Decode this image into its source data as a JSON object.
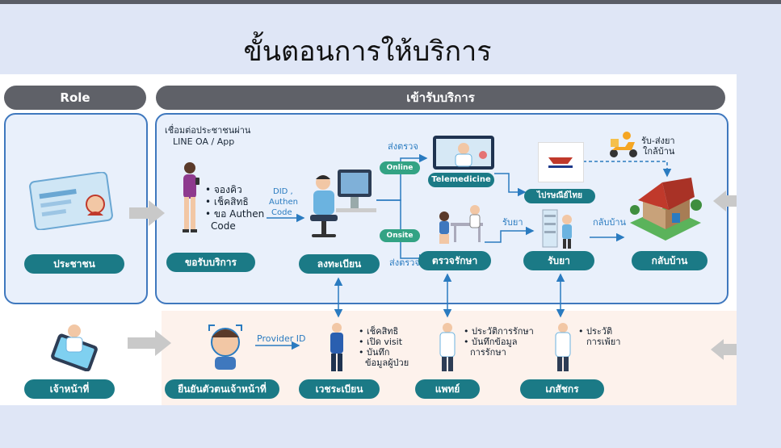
{
  "title": "ขั้นตอนการให้บริการ",
  "headers": {
    "role": "Role",
    "service": "เข้ารับบริการ"
  },
  "row1": {
    "channel_note_1": "เชื่อมต่อประชาชนผ่าน",
    "channel_note_2": "LINE OA / App",
    "bullets": [
      "• จองคิว",
      "• เช็คสิทธิ",
      "• ขอ Authen",
      "Code"
    ],
    "did_label_1": "DID ,",
    "did_label_2": "Authen",
    "did_label_3": "Code",
    "send_check_top": "ส่งตรวจ",
    "send_check_bottom": "ส่งตรวจ",
    "online": "Online",
    "onsite": "Onsite",
    "telemedicine": "Telemedicine",
    "post_office": "ไปรษณีย์ไทย",
    "delivery_1": "รับ-ส่งยา",
    "delivery_2": "ใกล้บ้าน",
    "receive_med": "รับยา",
    "go_home": "กลับบ้าน",
    "pills": {
      "citizen": "ประชาชน",
      "request": "ขอรับบริการ",
      "register": "ลงทะเบียน",
      "examine": "ตรวจรักษา",
      "medicine": "รับยา",
      "home": "กลับบ้าน"
    }
  },
  "row2": {
    "provider_id": "Provider ID",
    "reg_bullets": [
      "• เช็คสิทธิ",
      "• เปิด visit",
      "• บันทึก",
      "ข้อมูลผู้ป่วย"
    ],
    "doc_bullets": [
      "• ประวัติการรักษา",
      "• บันทึกข้อมูล",
      "การรักษา"
    ],
    "pharm_bullets": [
      "• ประวัติ",
      "การเพ้ยา"
    ],
    "pills": {
      "staff": "เจ้าหน้าที่",
      "verify": "ยืนยันตัวตนเจ้าหน้าที่",
      "registrar": "เวชระเบียน",
      "doctor": "แพทย์",
      "pharmacist": "เภสัชกร"
    }
  },
  "colors": {
    "teal": "#1b7a86",
    "blue": "#2a7bc0",
    "header": "#5f6168",
    "panel_border": "#3f78be",
    "green": "#33a384"
  }
}
